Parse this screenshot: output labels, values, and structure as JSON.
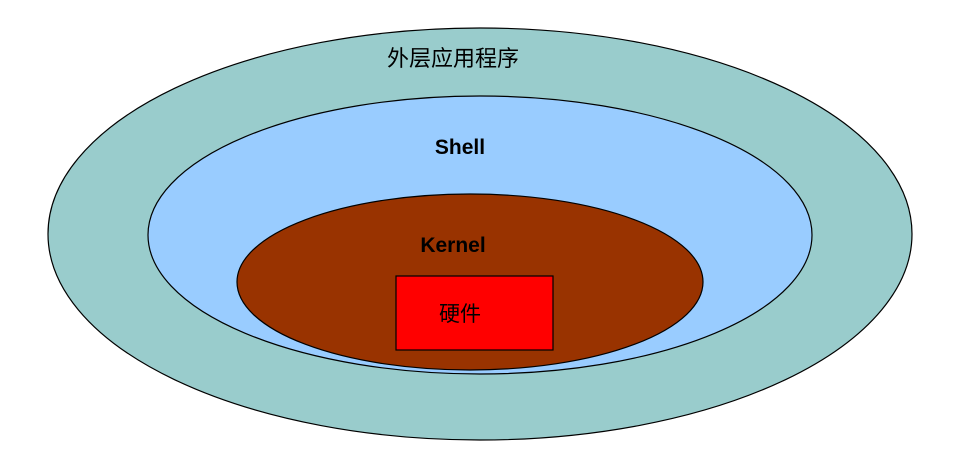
{
  "diagram": {
    "layers": [
      {
        "key": "outer",
        "label": "外层应用程序",
        "fill": "#99cccc"
      },
      {
        "key": "shell",
        "label": "Shell",
        "fill": "#99ccff"
      },
      {
        "key": "kernel",
        "label": "Kernel",
        "fill": "#993300"
      },
      {
        "key": "hardware",
        "label": "硬件",
        "fill": "#ff0000"
      }
    ],
    "stroke": "#000000"
  }
}
